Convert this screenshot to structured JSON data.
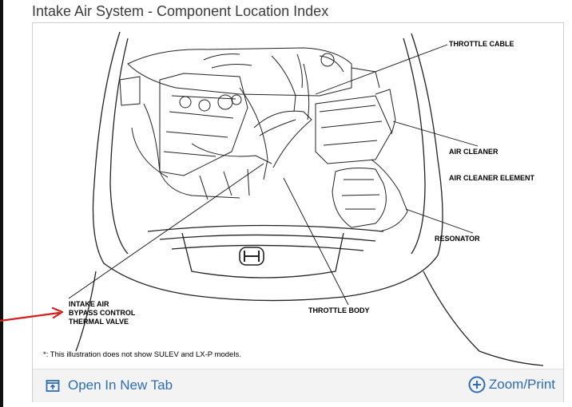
{
  "page": {
    "title": "Intake Air System - Component Location Index"
  },
  "diagram": {
    "callouts": {
      "throttle_cable": "THROTTLE CABLE",
      "air_cleaner": "AIR CLEANER",
      "air_cleaner_element": "AIR CLEANER ELEMENT",
      "resonator": "RESONATOR",
      "throttle_body": "THROTTLE BODY",
      "bypass_valve_line1": "INTAKE AIR",
      "bypass_valve_line2": "BYPASS CONTROL",
      "bypass_valve_line3": "THERMAL VALVE"
    },
    "footnote": "*: This illustration does not show  SULEV and LX-P models."
  },
  "footer": {
    "open_new_tab": "Open In New Tab",
    "zoom_print": "Zoom/Print"
  },
  "colors": {
    "link": "#2e6db4",
    "annotation_arrow": "#d41f1f",
    "footer_bg": "#f3f3f3"
  },
  "icons": {
    "open_new_tab": "open-in-new-tab-icon",
    "zoom_print": "plus-circle-icon"
  }
}
